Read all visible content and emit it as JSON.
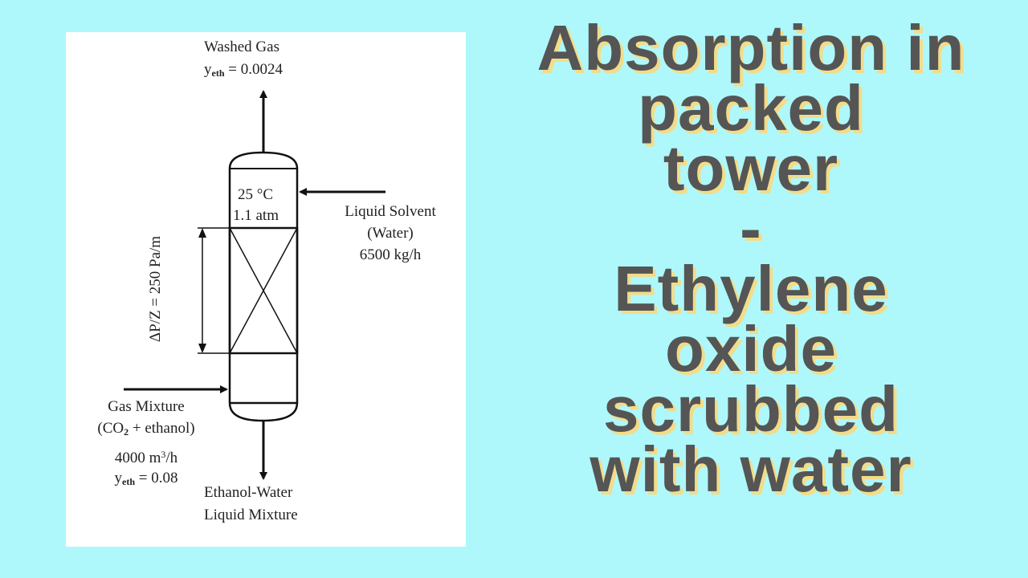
{
  "diagram": {
    "washed_gas": {
      "label": "Washed Gas",
      "y_symbol": "y",
      "y_sub": "eth",
      "y_value": "= 0.0024"
    },
    "conditions": {
      "temperature": "25 °C",
      "pressure": "1.1 atm"
    },
    "liquid_solvent": {
      "line1": "Liquid Solvent",
      "line2": "(Water)",
      "line3": "6500 kg/h"
    },
    "pressure_drop": "ΔP/Z = 250 Pa/m",
    "gas_mixture": {
      "line1": "Gas Mixture",
      "line2_pre": "(CO",
      "line2_sub": "2",
      "line2_post": " + ethanol)",
      "flow_value": "4000 m",
      "flow_sup": "3",
      "flow_unit": "/h",
      "y_symbol": "y",
      "y_sub": "eth",
      "y_value": "= 0.08"
    },
    "liquid_mixture": {
      "line1": "Ethanol-Water",
      "line2": "Liquid Mixture"
    }
  },
  "title": {
    "lines": [
      "Absorption in",
      "packed",
      "tower",
      "-",
      "Ethylene",
      "oxide",
      "scrubbed",
      "with water"
    ]
  },
  "colors": {
    "background": "#aef8fb",
    "title_text": "#555555",
    "title_shadow": "#f2dc8a",
    "panel": "#ffffff",
    "ink": "#111111"
  }
}
